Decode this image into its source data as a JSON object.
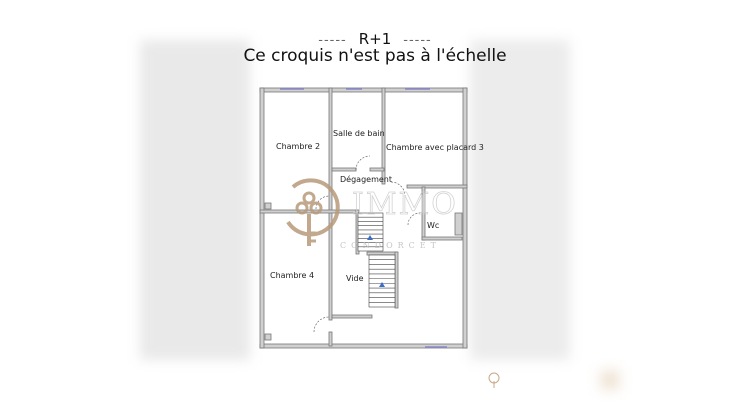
{
  "header": {
    "level": "R+1",
    "note": "Ce croquis n'est pas à l'échelle",
    "dashes": "-----"
  },
  "rooms": [
    {
      "name": "Chambre 2"
    },
    {
      "name": "Salle de bain"
    },
    {
      "name": "Chambre avec placard 3"
    },
    {
      "name": "Dégagement"
    },
    {
      "name": "Wc"
    },
    {
      "name": "Chambre 4"
    },
    {
      "name": "Vide"
    }
  ],
  "watermark": {
    "line1": "IMMO",
    "line2": "CONDORCET",
    "color": "#b89a7a",
    "icon": "key-icon"
  },
  "colors": {
    "wall": "#888888",
    "wall_fill": "#cfcfcf",
    "window": "#8888cc",
    "stair_arrow": "#3a6fc4"
  }
}
